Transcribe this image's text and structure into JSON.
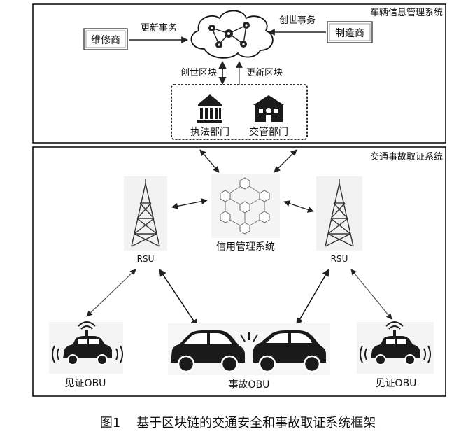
{
  "vehicle_system": {
    "title": "车辆信息管理系统",
    "maintainer": "维修商",
    "manufacturer": "制造商",
    "update_tx": "更新事务",
    "genesis_tx": "创世事务",
    "genesis_block": "创世区块",
    "update_block": "更新区块",
    "law_enforcement": "执法部门",
    "traffic_dept": "交管部门"
  },
  "traffic_system": {
    "title": "交通事故取证系统",
    "credit_system": "信用管理系统",
    "rsu_left": "RSU",
    "rsu_right": "RSU",
    "witness_left": "见证OBU",
    "accident": "事故OBU",
    "witness_right": "见证OBU"
  },
  "caption": "图1    基于区块链的交通安全和事故取证系统框架",
  "colors": {
    "line": "#111111",
    "icon": "#1a1a1a",
    "tower": "#3a3a3a",
    "arrow_gray": "#444444"
  }
}
